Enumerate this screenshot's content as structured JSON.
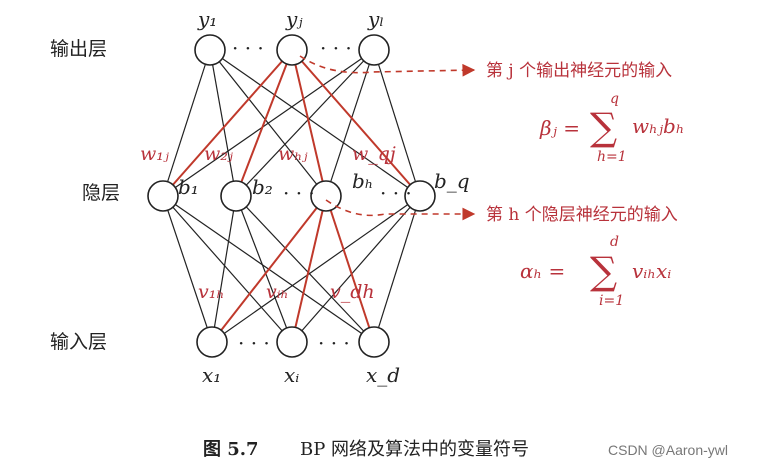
{
  "layers": {
    "output": "输出层",
    "hidden": "隐层",
    "input": "输入层"
  },
  "ellipsis": "· · ·",
  "labels": {
    "y1": "y₁",
    "yj": "yⱼ",
    "yl": "yₗ",
    "b1": "b₁",
    "b2": "b₂",
    "bh": "bₕ",
    "bq": "b_q",
    "x1": "x₁",
    "xi": "xᵢ",
    "xd": "x_d"
  },
  "weights": {
    "w1j": "w₁ⱼ",
    "w2j": "w₂ⱼ",
    "whj": "wₕⱼ",
    "wqj": "w_qj",
    "v1h": "v₁ₕ",
    "vih": "vᵢₕ",
    "vdh": "v_dh"
  },
  "annotations": {
    "output_input": "第 j 个输出神经元的输入",
    "hidden_input": "第 h 个隐层神经元的输入"
  },
  "formulas": {
    "sum_symbol": "∑",
    "beta": {
      "lhs": "βⱼ =",
      "upper": "q",
      "lower": "h=1",
      "rhs": "wₕⱼbₕ"
    },
    "alpha": {
      "lhs": "αₕ =",
      "upper": "d",
      "lower": "i=1",
      "rhs": "vᵢₕxᵢ"
    }
  },
  "caption": {
    "number": "图 5.7",
    "text": "BP 网络及算法中的变量符号"
  },
  "watermark": "CSDN @Aaron-ywl",
  "colors": {
    "highlight": "#c0392b",
    "line": "#222222"
  }
}
